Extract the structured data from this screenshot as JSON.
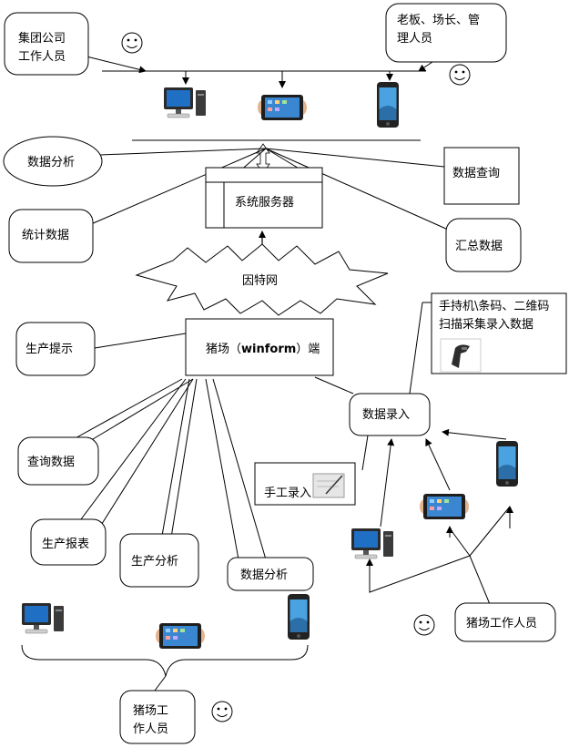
{
  "callouts": {
    "group_staff_l1": "集团公司",
    "group_staff_l2": "工作人员",
    "boss_l1": "老板、场长、管",
    "boss_l2": "理人员",
    "data_analysis_top": "数据分析",
    "data_query": "数据查询",
    "stats_data": "统计数据",
    "summary_data": "汇总数据",
    "production_hint": "生产提示",
    "query_data": "查询数据",
    "production_report": "生产报表",
    "production_analysis": "生产分析",
    "data_analysis_bottom": "数据分析",
    "farm_staff_right": "猪场工作人员",
    "farm_staff_bottom_l1": "猪场工",
    "farm_staff_bottom_l2": "作人员"
  },
  "boxes": {
    "server": "系统服务器",
    "internet": "因特网",
    "farm_client_pre": "猪场（",
    "farm_client_bold": "winform",
    "farm_client_post": "）端",
    "data_entry": "数据录入",
    "manual_entry": "手工录入",
    "scanner_l1": "手持机\\条码、二维码",
    "scanner_l2": "扫描采集录入数据"
  },
  "colors": {
    "stroke": "#000000",
    "monitor_screen": "#1f6fc4",
    "tablet_screen": "#3a86d0",
    "phone_body": "#222222",
    "phone_screen": "#4aa3e0",
    "smiley_fill": "#ffffff"
  },
  "icons": [
    "desktop-computer-icon",
    "tablet-icon",
    "smartphone-icon",
    "smiley-icon",
    "barcode-scanner-icon",
    "stylus-pad-icon"
  ]
}
